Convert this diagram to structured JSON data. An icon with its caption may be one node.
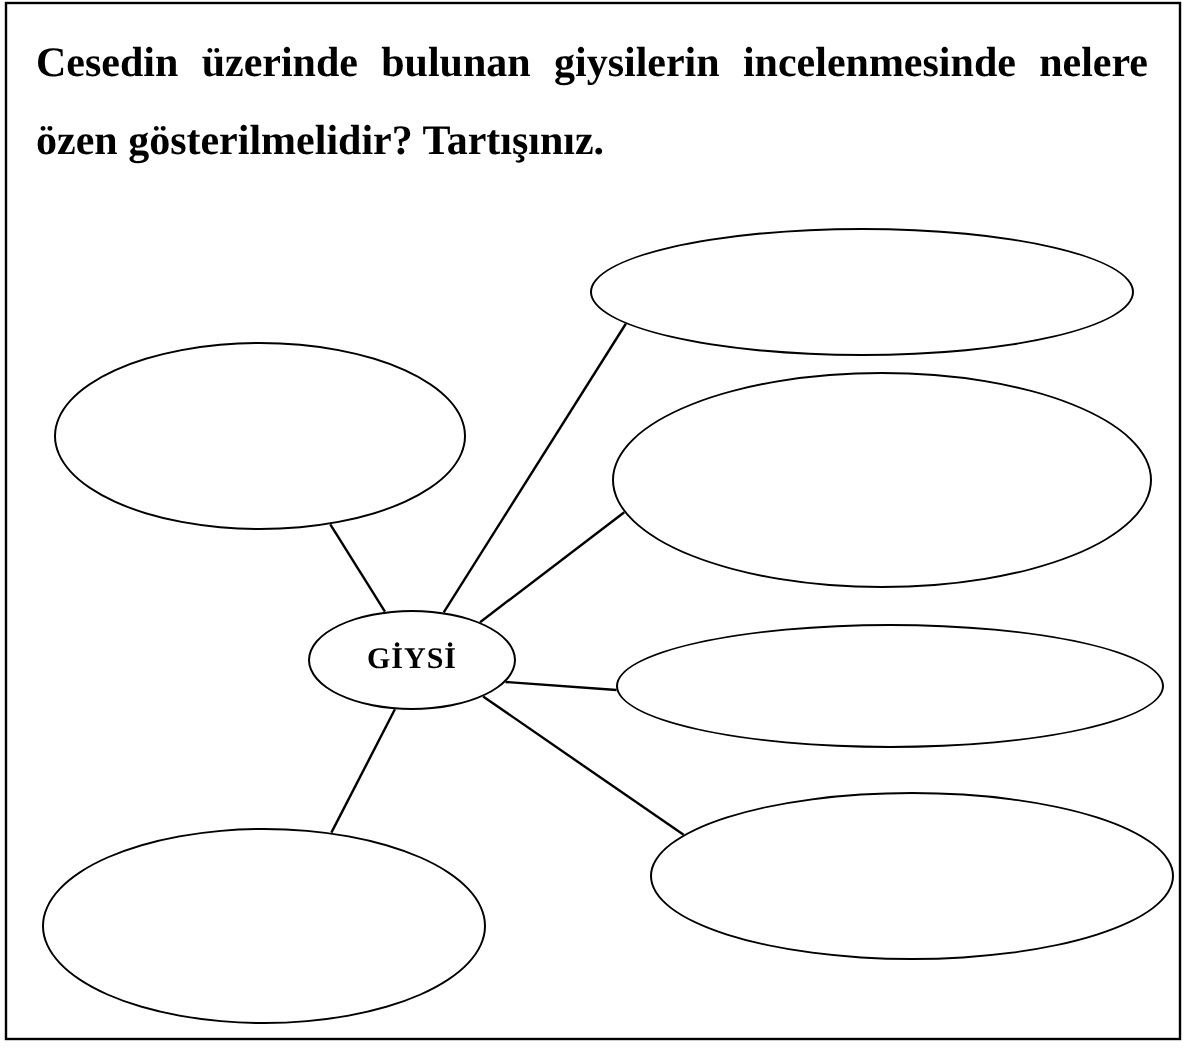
{
  "diagram": {
    "title": "Cesedin üzerinde bulunan giysilerin incelenmesinde nelere özen gösterilmelidir? Tartışınız.",
    "nodes": [
      {
        "text": [],
        "shape": "ellipse"
      },
      {
        "text": [],
        "shape": "ellipse"
      },
      {
        "text": [],
        "shape": "ellipse"
      },
      {
        "text": [
          "GİYSİ"
        ]
      },
      {
        "text": [],
        "shape": "ellipse"
      },
      {
        "text": [],
        "shape": "ellipse"
      },
      {
        "text": [],
        "shape": "ellipse"
      }
    ],
    "edges": [
      {
        "from": 3,
        "to": 0,
        "arrow": "none"
      },
      {
        "from": 3,
        "to": 1,
        "arrow": "none"
      },
      {
        "from": 3,
        "to": 2,
        "arrow": "none"
      },
      {
        "from": 3,
        "to": 4,
        "arrow": "none"
      },
      {
        "from": 3,
        "to": 5,
        "arrow": "none"
      },
      {
        "from": 3,
        "to": 6,
        "arrow": "none"
      }
    ]
  }
}
